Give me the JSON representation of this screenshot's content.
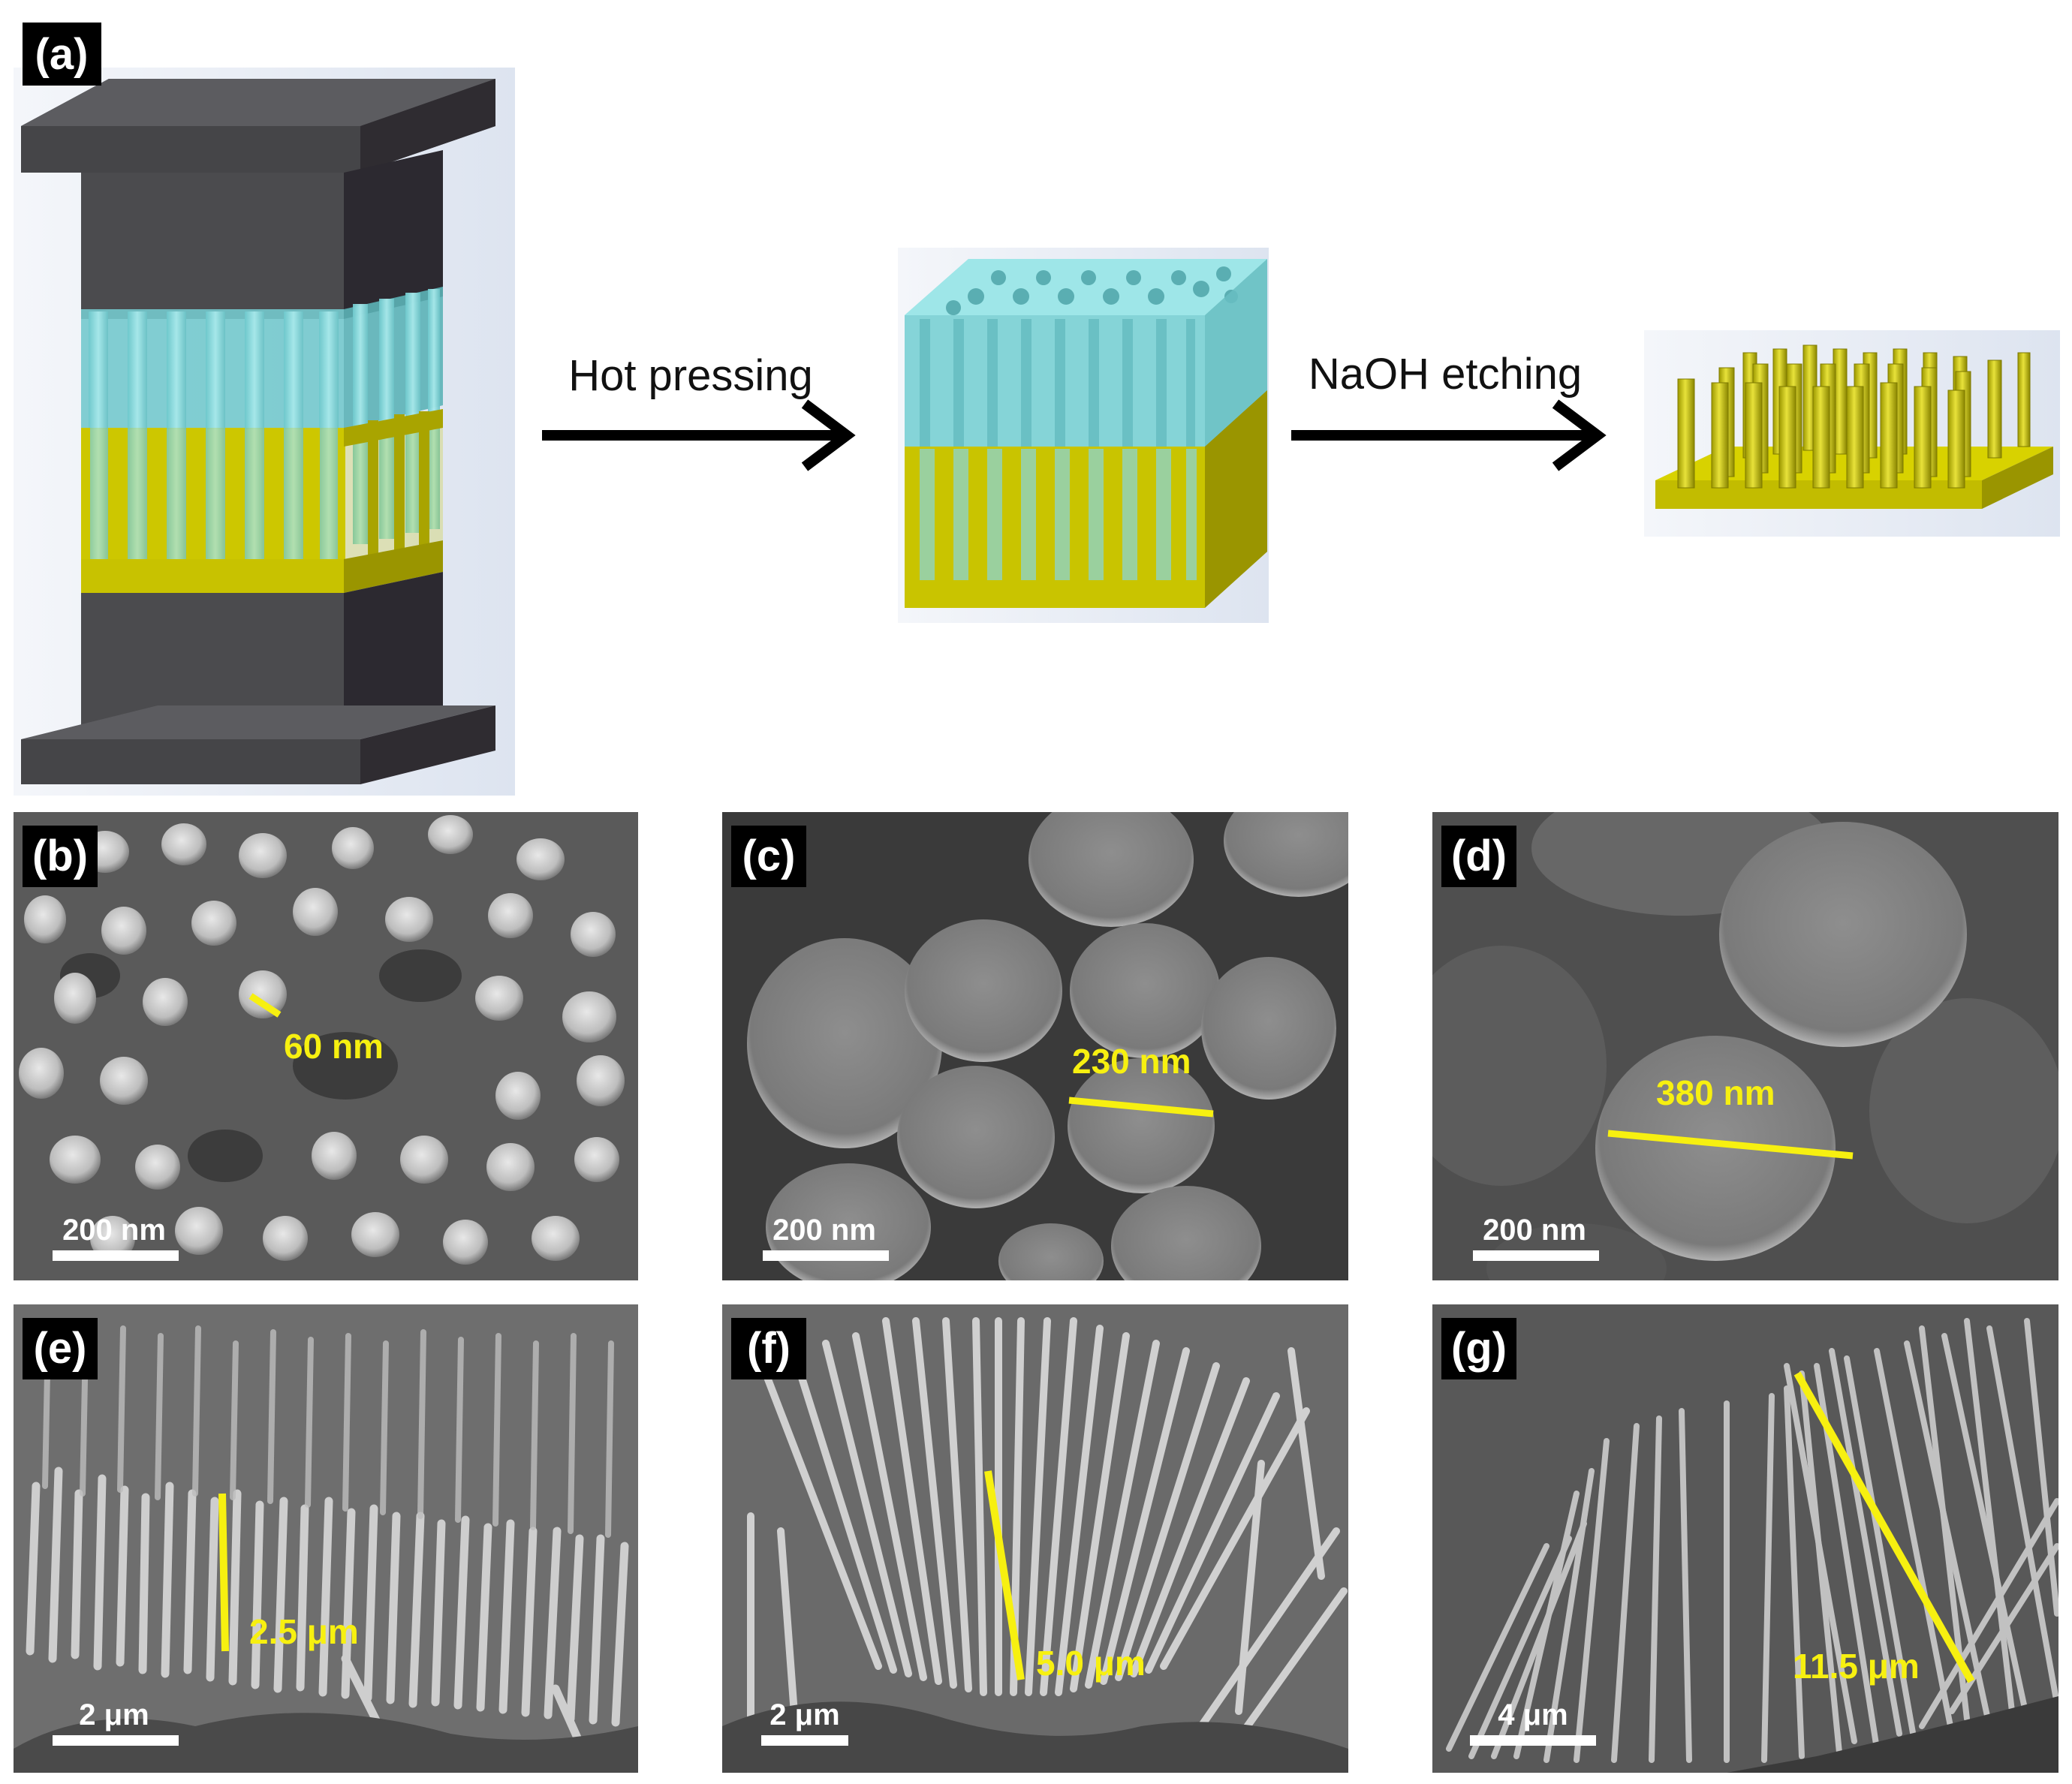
{
  "figure": {
    "panel_a": {
      "label": "(a)",
      "step1": "Hot pressing",
      "step2": "NaOH etching"
    },
    "panels": [
      {
        "label": "(b)",
        "measure": "60 nm",
        "scale_bar": "200 nm"
      },
      {
        "label": "(c)",
        "measure": "230 nm",
        "scale_bar": "200 nm"
      },
      {
        "label": "(d)",
        "measure": "380 nm",
        "scale_bar": "200 nm"
      },
      {
        "label": "(e)",
        "measure": "2.5 μm",
        "scale_bar": "2 μm"
      },
      {
        "label": "(f)",
        "measure": "5.0 μm",
        "scale_bar": "2 μm"
      },
      {
        "label": "(g)",
        "measure": "11.5 μm",
        "scale_bar": "4 μm"
      }
    ],
    "colors": {
      "press": "#4a4a4d",
      "press_side": "#2e2b2f",
      "template": "#7fd6d8",
      "metal": "#c9c400",
      "measure": "#f7f010",
      "sem_bg": "#5a5a5a"
    }
  }
}
